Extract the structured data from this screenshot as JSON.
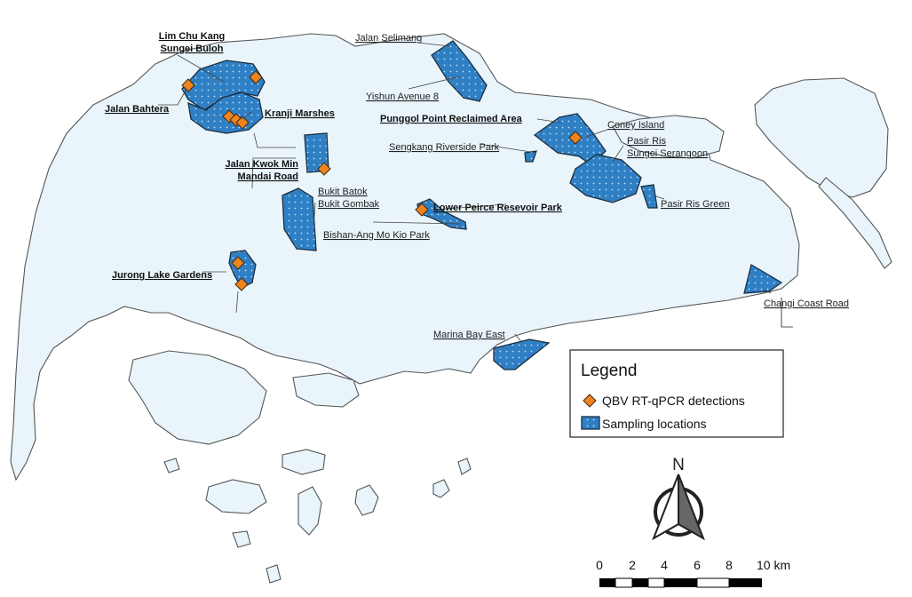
{
  "legend": {
    "title": "Legend",
    "items": [
      {
        "label": "QBV RT-qPCR detections",
        "symbol": "orange-diamond"
      },
      {
        "label": "Sampling locations",
        "symbol": "dotted-blue-polygon"
      }
    ]
  },
  "north_arrow": {
    "label": "N"
  },
  "scale_bar": {
    "ticks": [
      "0",
      "2",
      "4",
      "6",
      "8"
    ],
    "last_tick": "10 km"
  },
  "sites": {
    "lim_chu_kang": "Lim Chu Kang",
    "sungei_buloh": "Sungei Buloh",
    "jalan_bahtera": "Jalan Bahtera",
    "kranji_marshes": "Kranji Marshes",
    "jalan_kwok_min": "Jalan Kwok Min",
    "mandai_road": "Mandai Road",
    "bukit_batok": "Bukit Batok",
    "bukit_gombak": "Bukit Gombak",
    "bishan_amk_park": "Bishan-Ang Mo Kio Park",
    "lower_peirce": "Lower Peirce Resevoir Park",
    "jurong_lake_gardens": "Jurong Lake Gardens",
    "jalan_selimang": "Jalan Selimang",
    "yishun_avenue_8": "Yishun Avenue 8",
    "punggol_point": "Punggol Point Reclaimed Area",
    "sengkang_riverside": "Sengkang Riverside Park",
    "coney_island": "Coney Island",
    "pasir_ris_sungei_serangoon_1": "Pasir Ris",
    "pasir_ris_sungei_serangoon_2": "Sungei Serangoon",
    "pasir_ris_green": "Pasir Ris Green",
    "changi_coast_road": "Changi Coast Road",
    "marina_bay_east": "Marina Bay East"
  },
  "colors": {
    "land": "#e9f5fb",
    "site_fill": "#2f7fc4",
    "detection": "#f0841c",
    "coast": "#555555"
  }
}
